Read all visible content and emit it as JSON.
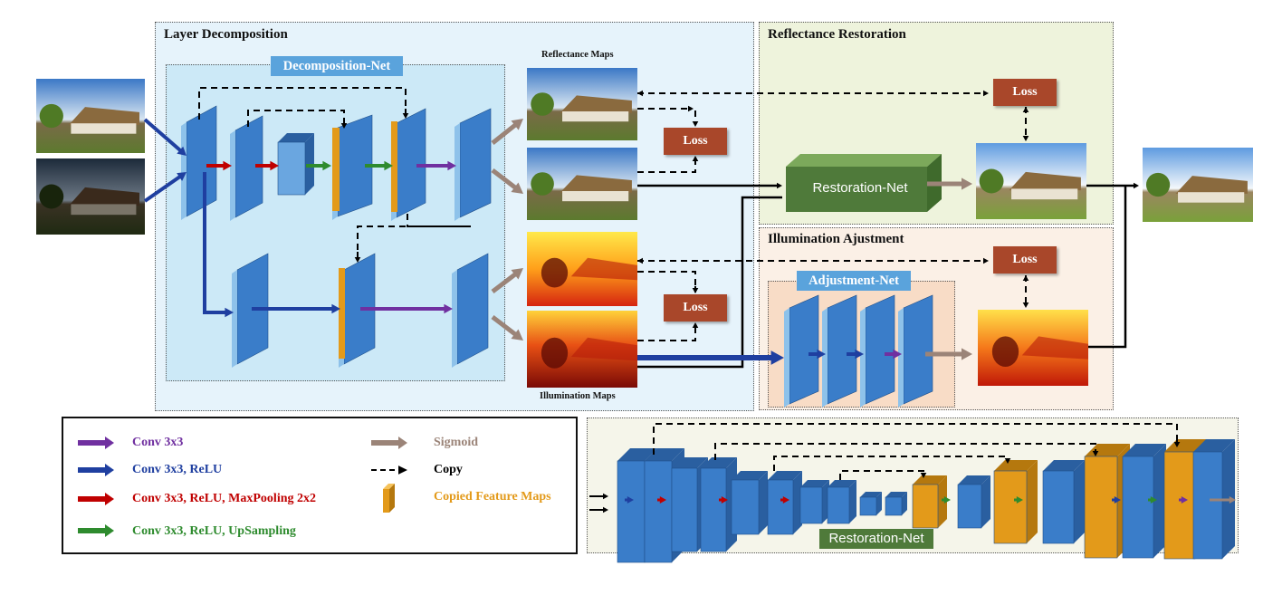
{
  "panels": {
    "layer_decomposition": "Layer Decomposition",
    "reflectance_restoration": "Reflectance Restoration",
    "illumination_adjustment": "Illumination Ajustment"
  },
  "nets": {
    "decomposition": "Decomposition-Net",
    "adjustment": "Adjustment-Net",
    "restoration": "Restoration-Net",
    "restoration_detail": "Restoration-Net"
  },
  "maps": {
    "reflectance": "Reflectance Maps",
    "illumination": "Illumination Maps"
  },
  "loss_label": "Loss",
  "legend": [
    {
      "label": "Conv 3x3",
      "color": "#7030a0"
    },
    {
      "label": "Conv 3x3, ReLU",
      "color": "#1f3fa0"
    },
    {
      "label": "Conv 3x3, ReLU, MaxPooling 2x2",
      "color": "#c00000"
    },
    {
      "label": "Conv 3x3, ReLU, UpSampling",
      "color": "#2e8b2e"
    },
    {
      "label": "Sigmoid",
      "color": "#9b8478"
    },
    {
      "label": "Copy",
      "color": "#000000"
    },
    {
      "label": "Copied Feature Maps",
      "color": "#e39a1a"
    }
  ],
  "colors": {
    "decomp_panel_bg": "#e6f3fb",
    "decomp_net_bg": "#cce9f7",
    "refl_panel_bg": "#eef3dc",
    "illum_panel_bg": "#fbf0e6",
    "adjust_net_bg": "#f8dcc6",
    "layer_blue": "#3a7dc9",
    "layer_light": "#8ec2ea",
    "copied": "#e39a1a",
    "loss": "#a9472a",
    "restoration_net": "#4f7a3a",
    "net_label_blue": "#5aa3dc"
  }
}
